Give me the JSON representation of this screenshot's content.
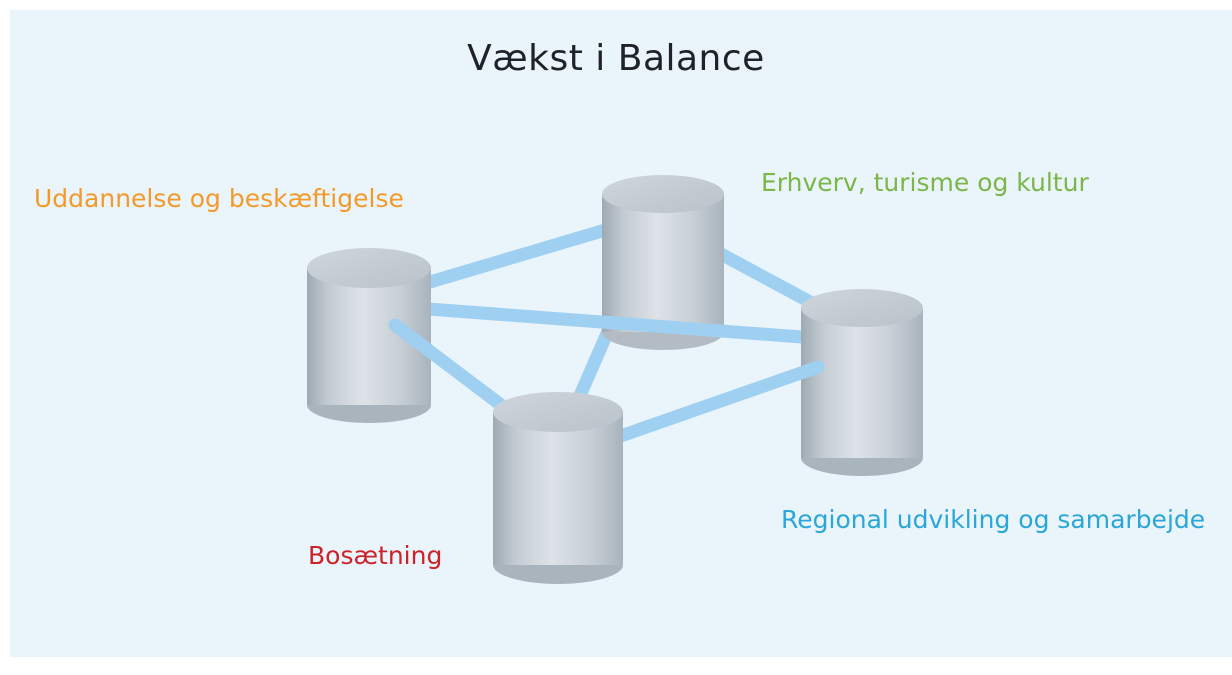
{
  "title": "Vækst i Balance",
  "labels": {
    "education": "Uddannelse og beskæftigelse",
    "business": "Erhverv, turisme og kultur",
    "regional": "Regional udvikling og samarbejde",
    "settlement": "Bosætning"
  },
  "colors": {
    "background": "#eaf4fb",
    "education": "#f39a2b",
    "business": "#7ab648",
    "regional": "#2aa7d8",
    "settlement": "#cc2229",
    "connector": "#a9d6f5",
    "pillar": "#c5ced6"
  }
}
